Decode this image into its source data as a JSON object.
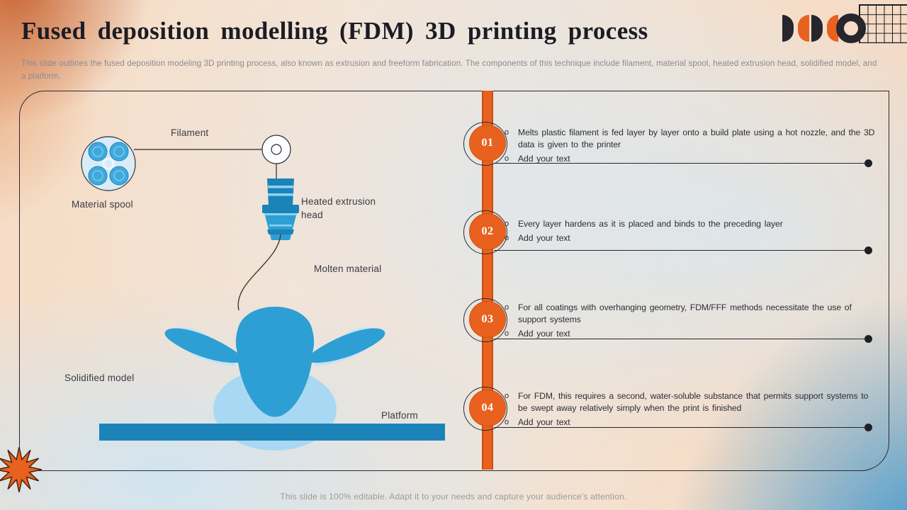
{
  "slide": {
    "title": "Fused deposition modelling (FDM) 3D printing process",
    "subtitle": "This slide outlines the fused deposition modeling 3D printing process, also known as extrusion and freeform fabrication. The components of this technique include filament, material spool, heated extrusion head, solidified model, and a platform.",
    "footer": "This slide is 100% editable. Adapt it to your needs and capture your audience's attention."
  },
  "diagram": {
    "labels": {
      "filament": "Filament",
      "material_spool": "Material spool",
      "heated_extrusion_head": "Heated extrusion head",
      "molten_material": "Molten material",
      "solidified_model": "Solidified model",
      "platform": "Platform"
    }
  },
  "timeline": {
    "bullet_char": "o",
    "steps": [
      {
        "number": "01",
        "bullets": [
          "Melts plastic filament is fed layer by layer onto a build plate using a hot nozzle, and the 3D data is given to the printer",
          "Add your text"
        ]
      },
      {
        "number": "02",
        "bullets": [
          "Every layer hardens as it is placed and binds to the preceding layer",
          "Add your text"
        ]
      },
      {
        "number": "03",
        "bullets": [
          "For all coatings with overhanging geometry, FDM/FFF methods necessitate the use of support systems",
          "Add your text"
        ]
      },
      {
        "number": "04",
        "bullets": [
          "For FDM, this requires a second, water-soluble substance that permits support systems to be swept away relatively simply when the print is finished",
          "Add your text"
        ]
      }
    ]
  },
  "colors": {
    "accent_orange": "#E8611E",
    "accent_orange_dark": "#C74E10",
    "logo_black": "#26262C",
    "outline_dark": "#2B2B33",
    "platform_blue": "#1B83B8",
    "model_blue": "#2E9FD4",
    "model_light_blue": "#A9D9F2",
    "spool_fill": "#D9EBF7",
    "spool_roll_blue": "#3FA9DC",
    "text_dark": "#2D2D35",
    "text_muted": "#8B8B92"
  }
}
